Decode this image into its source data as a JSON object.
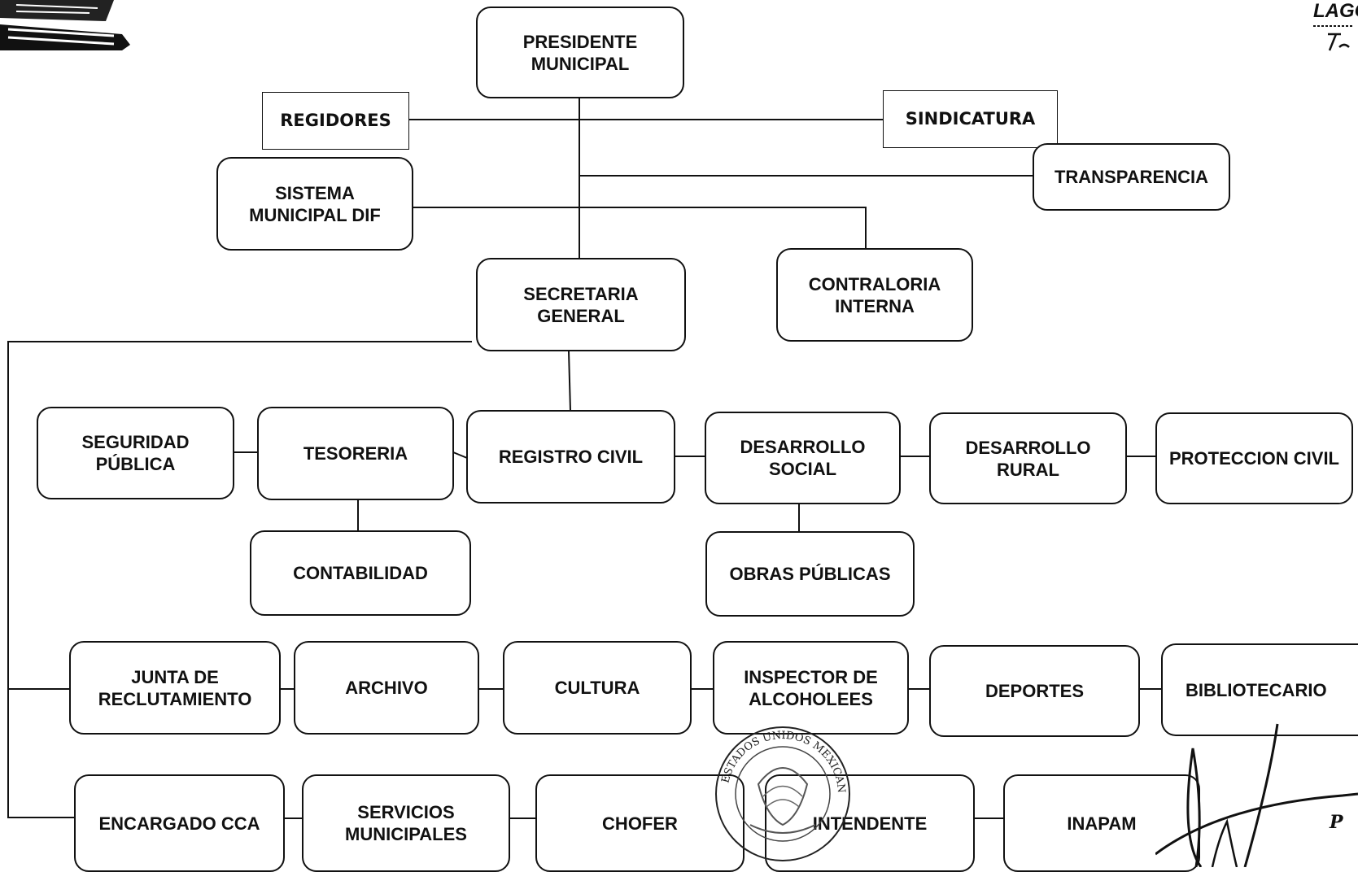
{
  "org": {
    "presidente": "PRESIDENTE\nMUNICIPAL",
    "regidores": "REGIDORES",
    "sindicatura": "SINDICATURA",
    "transparencia": "TRANSPARENCIA",
    "dif": "SISTEMA\nMUNICIPAL DIF",
    "contraloria": "CONTRALORIA\nINTERNA",
    "secretaria": "SECRETARIA\nGENERAL",
    "seguridad": "SEGURIDAD\nPÚBLICA",
    "tesoreria": "TESORERIA",
    "registro": "REGISTRO CIVIL",
    "desarrollo_social": "DESARROLLO\nSOCIAL",
    "desarrollo_rural": "DESARROLLO\nRURAL",
    "proteccion": "PROTECCION CIVIL",
    "contabilidad": "CONTABILIDAD",
    "obras": "OBRAS PÚBLICAS",
    "junta": "JUNTA DE\nRECLUTAMIENTO",
    "archivo": "ARCHIVO",
    "cultura": "CULTURA",
    "inspector": "INSPECTOR DE\nALCOHOLEES",
    "deportes": "DEPORTES",
    "bibliotecario": "BIBLIOTECARIO",
    "cca": "ENCARGADO CCA",
    "servicios": "SERVICIOS\nMUNICIPALES",
    "chofer": "CHOFER",
    "intendente": "INTENDENTE",
    "inapam": "INAPAM"
  },
  "seal_text": "ESTADOS UNIDOS MEXICANOS",
  "corner_logo_text": "LAGO",
  "colors": {
    "line": "#111111",
    "box_border": "#111111",
    "background": "#ffffff"
  }
}
